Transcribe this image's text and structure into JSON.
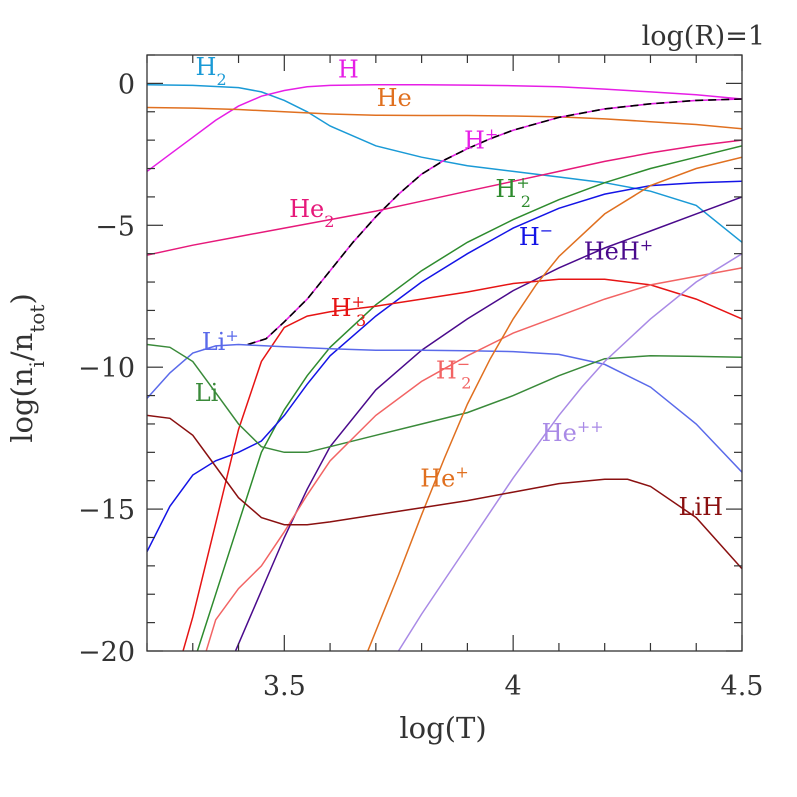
{
  "chart_data": {
    "type": "line",
    "annotation": "log(R)=1",
    "xlabel": "log(T)",
    "ylabel": "log(n_i/n_tot)",
    "xlim": [
      3.2,
      4.5
    ],
    "ylim": [
      -20,
      1
    ],
    "xticks": [
      3.5,
      4,
      4.5
    ],
    "xtick_labels": [
      "3.5",
      "4",
      "4.5"
    ],
    "yticks": [
      0,
      -5,
      -10,
      -15,
      -20
    ],
    "ytick_labels": [
      "0",
      "−5",
      "−10",
      "−15",
      "−20"
    ],
    "grid": false,
    "legend": "inline labels",
    "series": [
      {
        "name": "H₂",
        "color": "#1a9ad6",
        "dashed": false,
        "x": [
          3.2,
          3.3,
          3.4,
          3.45,
          3.5,
          3.55,
          3.6,
          3.7,
          3.8,
          3.9,
          4.0,
          4.1,
          4.2,
          4.3,
          4.4,
          4.5
        ],
        "y": [
          -0.05,
          -0.07,
          -0.15,
          -0.3,
          -0.6,
          -1.0,
          -1.5,
          -2.2,
          -2.6,
          -2.9,
          -3.1,
          -3.3,
          -3.5,
          -3.8,
          -4.3,
          -5.6
        ]
      },
      {
        "name": "H",
        "color": "#e61ee6",
        "dashed": false,
        "x": [
          3.2,
          3.25,
          3.3,
          3.35,
          3.4,
          3.45,
          3.5,
          3.55,
          3.6,
          3.7,
          3.8,
          3.9,
          4.0,
          4.1,
          4.2,
          4.3,
          4.4,
          4.5
        ],
        "y": [
          -3.1,
          -2.5,
          -1.9,
          -1.3,
          -0.8,
          -0.45,
          -0.25,
          -0.12,
          -0.07,
          -0.05,
          -0.05,
          -0.06,
          -0.08,
          -0.12,
          -0.2,
          -0.3,
          -0.4,
          -0.55
        ]
      },
      {
        "name": "He",
        "color": "#e07020",
        "dashed": false,
        "x": [
          3.2,
          3.3,
          3.4,
          3.5,
          3.6,
          3.7,
          3.8,
          3.9,
          4.0,
          4.1,
          4.2,
          4.3,
          4.4,
          4.5
        ],
        "y": [
          -0.85,
          -0.87,
          -0.92,
          -1.0,
          -1.08,
          -1.12,
          -1.13,
          -1.13,
          -1.15,
          -1.18,
          -1.25,
          -1.35,
          -1.45,
          -1.6
        ]
      },
      {
        "name": "H⁺",
        "color": "#000000",
        "dashed": true,
        "x": [
          3.42,
          3.46,
          3.5,
          3.55,
          3.6,
          3.65,
          3.7,
          3.75,
          3.8,
          3.85,
          3.9,
          3.95,
          4.0,
          4.1,
          4.2,
          4.3,
          4.4,
          4.5
        ],
        "y": [
          -9.2,
          -9.0,
          -8.4,
          -7.6,
          -6.6,
          -5.6,
          -4.7,
          -3.9,
          -3.2,
          -2.7,
          -2.3,
          -1.95,
          -1.65,
          -1.2,
          -0.9,
          -0.72,
          -0.6,
          -0.55
        ]
      },
      {
        "name": "He₂",
        "color": "#e6197a",
        "dashed": false,
        "x": [
          3.2,
          3.3,
          3.4,
          3.5,
          3.6,
          3.7,
          3.8,
          3.9,
          4.0,
          4.1,
          4.2,
          4.3,
          4.4,
          4.5
        ],
        "y": [
          -6.05,
          -5.7,
          -5.4,
          -5.1,
          -4.8,
          -4.5,
          -4.15,
          -3.8,
          -3.45,
          -3.1,
          -2.75,
          -2.45,
          -2.2,
          -2.0
        ]
      },
      {
        "name": "H₂⁺",
        "color": "#2e8b2e",
        "dashed": false,
        "x": [
          3.3,
          3.35,
          3.4,
          3.45,
          3.5,
          3.55,
          3.6,
          3.7,
          3.8,
          3.9,
          4.0,
          4.1,
          4.2,
          4.3,
          4.4,
          4.5
        ],
        "y": [
          -20.5,
          -18.0,
          -15.5,
          -13.0,
          -11.5,
          -10.3,
          -9.3,
          -7.8,
          -6.6,
          -5.6,
          -4.8,
          -4.1,
          -3.5,
          -3.0,
          -2.6,
          -2.2
        ]
      },
      {
        "name": "H⁻",
        "color": "#1414e6",
        "dashed": false,
        "x": [
          3.2,
          3.25,
          3.3,
          3.35,
          3.4,
          3.45,
          3.5,
          3.55,
          3.6,
          3.7,
          3.8,
          3.9,
          4.0,
          4.1,
          4.2,
          4.3,
          4.4,
          4.5
        ],
        "y": [
          -16.5,
          -14.9,
          -13.8,
          -13.3,
          -13.0,
          -12.6,
          -11.7,
          -10.6,
          -9.6,
          -8.2,
          -7.0,
          -6.0,
          -5.1,
          -4.4,
          -3.9,
          -3.6,
          -3.5,
          -3.45
        ]
      },
      {
        "name": "HeH⁺",
        "color": "#4a0a8c",
        "dashed": false,
        "x": [
          3.38,
          3.42,
          3.46,
          3.5,
          3.55,
          3.6,
          3.7,
          3.8,
          3.9,
          4.0,
          4.1,
          4.2,
          4.3,
          4.4,
          4.5
        ],
        "y": [
          -20.5,
          -19.0,
          -17.5,
          -16.0,
          -14.3,
          -12.8,
          -10.8,
          -9.4,
          -8.3,
          -7.3,
          -6.5,
          -5.8,
          -5.2,
          -4.6,
          -4.0
        ]
      },
      {
        "name": "H₃⁺",
        "color": "#e61414",
        "dashed": false,
        "x": [
          3.27,
          3.3,
          3.35,
          3.4,
          3.45,
          3.5,
          3.55,
          3.6,
          3.7,
          3.8,
          3.9,
          4.0,
          4.1,
          4.2,
          4.3,
          4.4,
          4.5
        ],
        "y": [
          -20.5,
          -18.8,
          -15.5,
          -12.2,
          -9.8,
          -8.6,
          -8.2,
          -8.05,
          -7.85,
          -7.6,
          -7.35,
          -7.05,
          -6.9,
          -6.9,
          -7.1,
          -7.6,
          -8.3
        ]
      },
      {
        "name": "Li⁺",
        "color": "#5a6aea",
        "dashed": false,
        "x": [
          3.2,
          3.25,
          3.3,
          3.35,
          3.4,
          3.5,
          3.6,
          3.7,
          3.8,
          3.9,
          4.0,
          4.1,
          4.2,
          4.3,
          4.4,
          4.5
        ],
        "y": [
          -11.1,
          -10.2,
          -9.5,
          -9.25,
          -9.2,
          -9.28,
          -9.35,
          -9.4,
          -9.4,
          -9.42,
          -9.45,
          -9.55,
          -9.9,
          -10.7,
          -12.0,
          -13.7
        ]
      },
      {
        "name": "Li",
        "color": "#3a8a3a",
        "dashed": false,
        "x": [
          3.2,
          3.25,
          3.3,
          3.35,
          3.4,
          3.45,
          3.5,
          3.55,
          3.6,
          3.7,
          3.8,
          3.9,
          4.0,
          4.1,
          4.2,
          4.3,
          4.4,
          4.5
        ],
        "y": [
          -9.2,
          -9.3,
          -9.8,
          -10.9,
          -12.0,
          -12.8,
          -13.0,
          -13.0,
          -12.8,
          -12.4,
          -12.0,
          -11.6,
          -11.0,
          -10.3,
          -9.7,
          -9.6,
          -9.62,
          -9.65
        ]
      },
      {
        "name": "H₂⁻",
        "color": "#f26464",
        "dashed": false,
        "x": [
          3.32,
          3.35,
          3.4,
          3.45,
          3.5,
          3.55,
          3.6,
          3.7,
          3.8,
          3.9,
          4.0,
          4.1,
          4.2,
          4.3,
          4.4,
          4.5
        ],
        "y": [
          -20.5,
          -18.9,
          -17.8,
          -17.0,
          -15.8,
          -14.5,
          -13.3,
          -11.7,
          -10.5,
          -9.6,
          -8.8,
          -8.2,
          -7.6,
          -7.1,
          -6.8,
          -6.5
        ]
      },
      {
        "name": "He⁺⁺",
        "color": "#a98ae6",
        "dashed": false,
        "x": [
          3.73,
          3.8,
          3.85,
          3.9,
          3.95,
          4.0,
          4.05,
          4.1,
          4.15,
          4.2,
          4.3,
          4.4,
          4.5
        ],
        "y": [
          -20.5,
          -18.7,
          -17.5,
          -16.3,
          -15.1,
          -13.9,
          -12.8,
          -11.7,
          -10.7,
          -9.8,
          -8.3,
          -7.0,
          -6.0
        ]
      },
      {
        "name": "He⁺",
        "color": "#e07020",
        "dashed": false,
        "x": [
          3.67,
          3.7,
          3.75,
          3.8,
          3.85,
          3.9,
          3.95,
          4.0,
          4.05,
          4.1,
          4.2,
          4.3,
          4.4,
          4.5
        ],
        "y": [
          -20.5,
          -19.3,
          -17.3,
          -15.2,
          -13.2,
          -11.3,
          -9.7,
          -8.3,
          -7.1,
          -6.1,
          -4.6,
          -3.6,
          -3.0,
          -2.6
        ]
      },
      {
        "name": "LiH",
        "color": "#8a1010",
        "dashed": false,
        "x": [
          3.2,
          3.25,
          3.3,
          3.35,
          3.4,
          3.45,
          3.5,
          3.55,
          3.6,
          3.7,
          3.8,
          3.9,
          4.0,
          4.1,
          4.2,
          4.25,
          4.3,
          4.4,
          4.5
        ],
        "y": [
          -11.7,
          -11.8,
          -12.4,
          -13.5,
          -14.6,
          -15.3,
          -15.55,
          -15.55,
          -15.45,
          -15.2,
          -14.95,
          -14.7,
          -14.4,
          -14.1,
          -13.95,
          -13.95,
          -14.2,
          -15.3,
          -17.1
        ]
      }
    ],
    "labels": [
      {
        "text": "H",
        "sub": "2",
        "sup": "",
        "color": "#1a9ad6",
        "x": 3.34,
        "y": 0.3
      },
      {
        "text": "H",
        "sub": "",
        "sup": "",
        "color": "#e61ee6",
        "x": 3.64,
        "y": 0.2
      },
      {
        "text": "He",
        "sub": "",
        "sup": "",
        "color": "#e07020",
        "x": 3.74,
        "y": -0.8
      },
      {
        "text": "H",
        "sub": "",
        "sup": "+",
        "color": "#e61ee6",
        "x": 3.93,
        "y": -2.3
      },
      {
        "text": "He",
        "sub": "2",
        "sup": "",
        "color": "#e6197a",
        "x": 3.56,
        "y": -4.7
      },
      {
        "text": "H",
        "sub": "2",
        "sup": "+",
        "color": "#2e8b2e",
        "x": 4.0,
        "y": -4.0
      },
      {
        "text": "H",
        "sub": "",
        "sup": "−",
        "color": "#1414e6",
        "x": 4.05,
        "y": -5.7
      },
      {
        "text": "HeH",
        "sub": "",
        "sup": "+",
        "color": "#4a0a8c",
        "x": 4.23,
        "y": -6.2
      },
      {
        "text": "H",
        "sub": "3",
        "sup": "+",
        "color": "#e61414",
        "x": 3.64,
        "y": -8.2
      },
      {
        "text": "Li",
        "sub": "",
        "sup": "+",
        "color": "#5a6aea",
        "x": 3.36,
        "y": -9.4
      },
      {
        "text": "Li",
        "sub": "",
        "sup": "",
        "color": "#3a8a3a",
        "x": 3.33,
        "y": -11.2
      },
      {
        "text": "H",
        "sub": "2",
        "sup": "−",
        "color": "#f26464",
        "x": 3.87,
        "y": -10.4
      },
      {
        "text": "He",
        "sub": "",
        "sup": "++",
        "color": "#a98ae6",
        "x": 4.13,
        "y": -12.6
      },
      {
        "text": "He",
        "sub": "",
        "sup": "+",
        "color": "#e07020",
        "x": 3.85,
        "y": -14.2
      },
      {
        "text": "LiH",
        "sub": "",
        "sup": "",
        "color": "#8a1010",
        "x": 4.41,
        "y": -15.2
      }
    ]
  }
}
